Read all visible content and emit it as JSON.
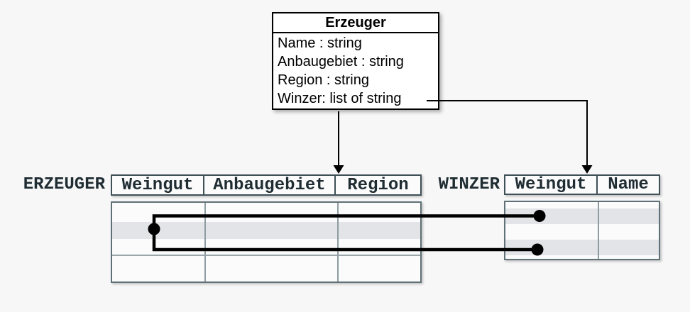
{
  "diagram": {
    "class_box": {
      "title": "Erzeuger",
      "attributes": [
        "Name : string",
        "Anbaugebiet : string",
        "Region : string",
        "Winzer: list of string"
      ]
    },
    "erzeuger_table": {
      "label": "ERZEUGER",
      "columns": [
        "Weingut",
        "Anbaugebiet",
        "Region"
      ],
      "highlighted_rows": 1
    },
    "winzer_table": {
      "label": "WINZER",
      "columns": [
        "Weingut",
        "Name"
      ],
      "highlighted_rows": 2
    },
    "icons": {
      "arrowhead": "arrowhead-down-icon",
      "anchor": "row-anchor-dot"
    },
    "colors": {
      "background": "#f7f7f8",
      "box_border": "#000000",
      "table_border": "#3f5056",
      "grid_line": "#8d9da1",
      "row_highlight": "#e3e4e8",
      "table_text": "#1f2d33",
      "connector": "#000000"
    }
  }
}
